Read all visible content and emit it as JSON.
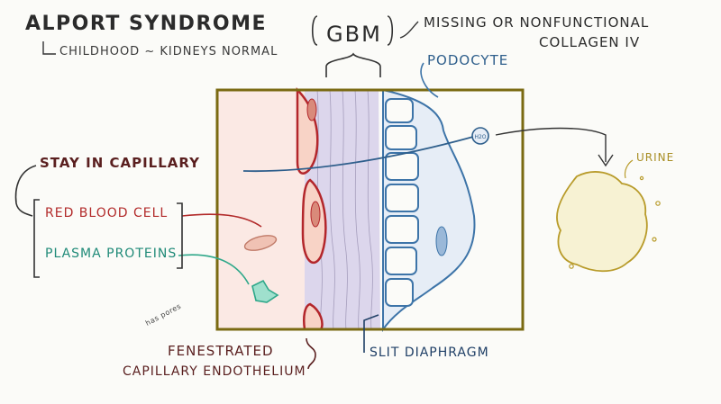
{
  "title": "ALPORT SYNDROME",
  "subtitle": "CHILDHOOD ~ KIDNEYS NORMAL",
  "gbm_label": "GBM",
  "missing_line1": "MISSING or NONFUNCTIONAL",
  "missing_line2": "COLLAGEN IV",
  "podocyte_label": "PODOCYTE",
  "stay_label": "STAY in CAPILLARY",
  "rbc_label": "RED BLOOD CELL",
  "plasma_label": "PLASMA PROTEINS",
  "urine_label": "URINE",
  "h2o_label": "H2O",
  "has_pores": "has pores",
  "fenestrated_label": "FENESTRATED",
  "endothelium_label": "CAPILLARY ENDOTHELIUM",
  "slit_label": "SLIT DIAPHRAGM",
  "colors": {
    "frame": "#7a6a12",
    "capillary_bg": "#fbe9e4",
    "endothelium": "#b3262b",
    "gbm_fill": "#dcd6ec",
    "podocyte": "#3d74a8",
    "urine_stroke": "#b89b2a",
    "urine_fill": "#f7f2d3",
    "plasma_protein": "#2fa88a",
    "rbc": "#d99a8a"
  }
}
